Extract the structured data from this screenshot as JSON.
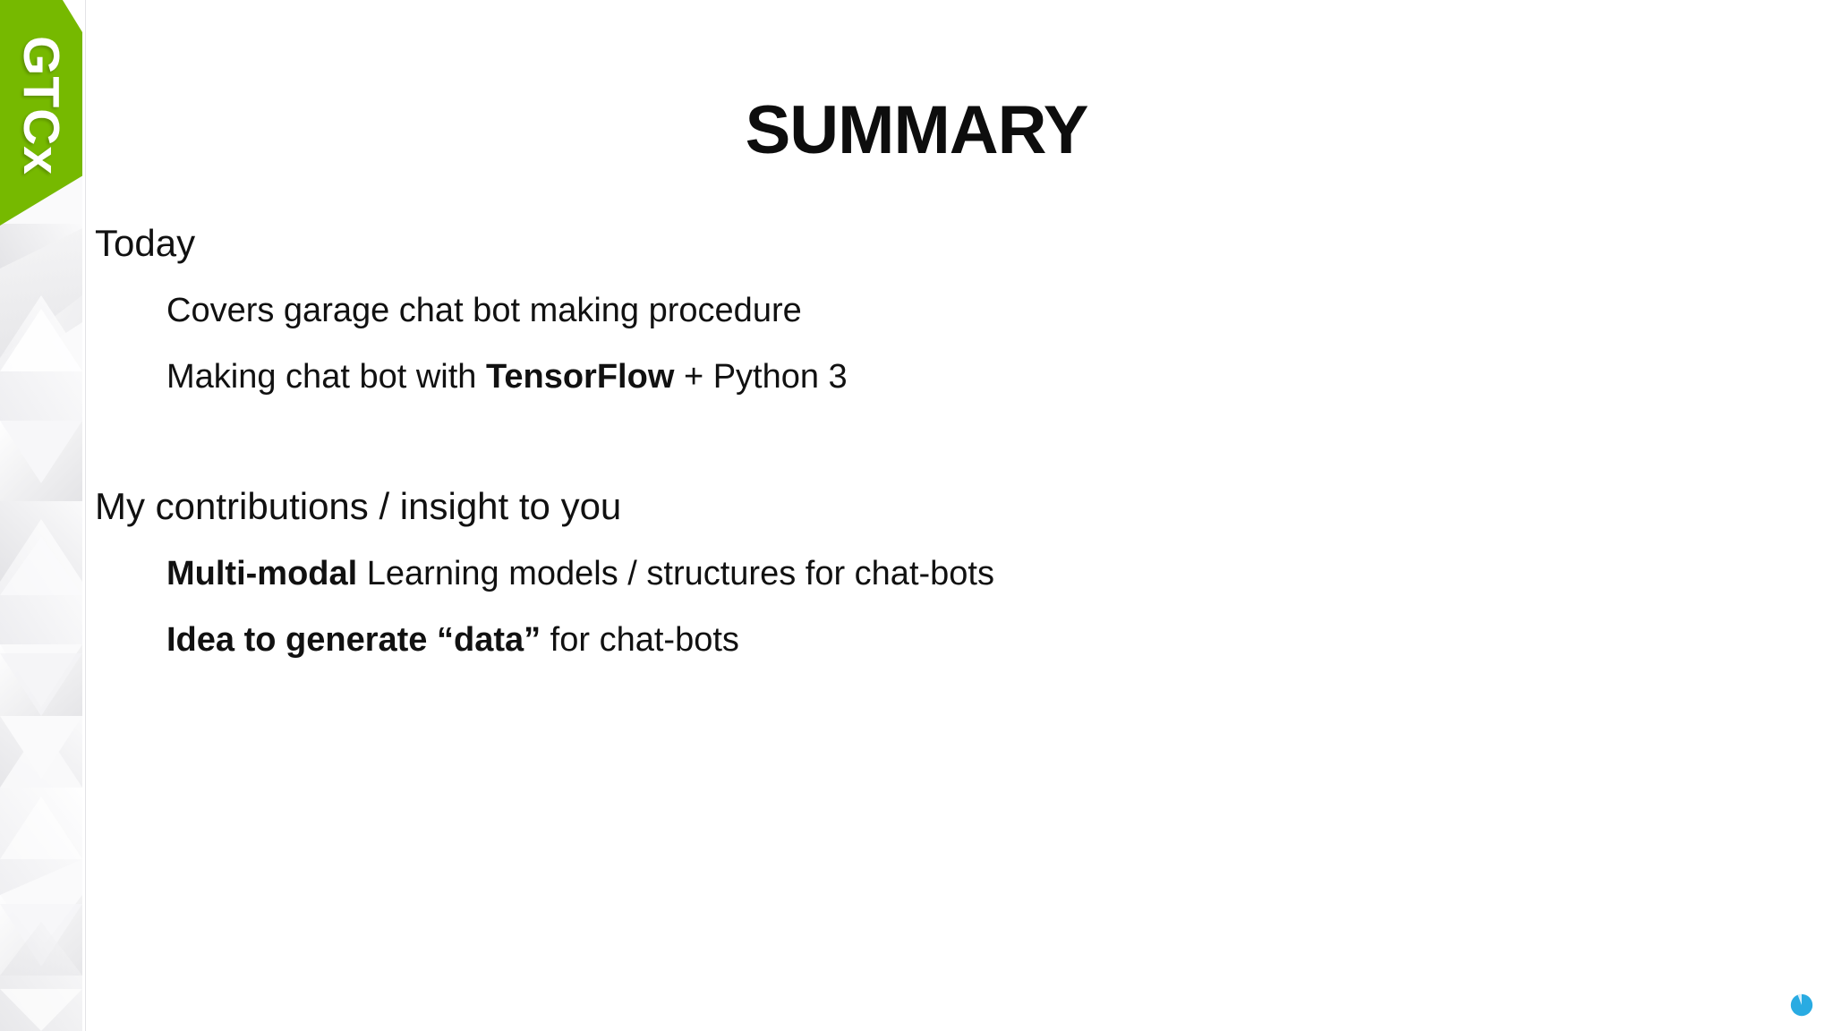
{
  "slide": {
    "title": "SUMMARY",
    "banner_label": "GTCx",
    "brand_green": "#76b900",
    "text_color": "#111111",
    "background": "#ffffff"
  },
  "sections": [
    {
      "heading": "Today",
      "bullets": [
        {
          "parts": [
            {
              "text": "Covers garage chat bot making procedure",
              "bold": false
            }
          ]
        },
        {
          "parts": [
            {
              "text": "Making chat bot with ",
              "bold": false
            },
            {
              "text": "TensorFlow",
              "bold": true
            },
            {
              "text": " + Python 3",
              "bold": false
            }
          ]
        }
      ]
    },
    {
      "heading": "My contributions / insight to you",
      "bullets": [
        {
          "parts": [
            {
              "text": "Multi-modal",
              "bold": true
            },
            {
              "text": " Learning models / structures for chat-bots",
              "bold": false
            }
          ]
        },
        {
          "parts": [
            {
              "text": "Idea to generate “data”",
              "bold": true
            },
            {
              "text": " for chat-bots",
              "bold": false
            }
          ]
        }
      ]
    }
  ],
  "lines": {
    "today_heading": "Today",
    "bullet_1": "Covers garage chat bot making procedure",
    "bullet_2_plain_a": "Making chat bot with ",
    "bullet_2_bold": "TensorFlow",
    "bullet_2_plain_b": " + Python 3",
    "contrib_heading": "My contributions / insight to you",
    "bullet_3_bold": "Multi-modal",
    "bullet_3_plain": " Learning models / structures for chat-bots",
    "bullet_4_bold": "Idea to generate “data”",
    "bullet_4_plain": " for chat-bots"
  },
  "footer": {
    "mark_icon": "pie-progress-icon",
    "mark_color": "#29ABE2"
  }
}
